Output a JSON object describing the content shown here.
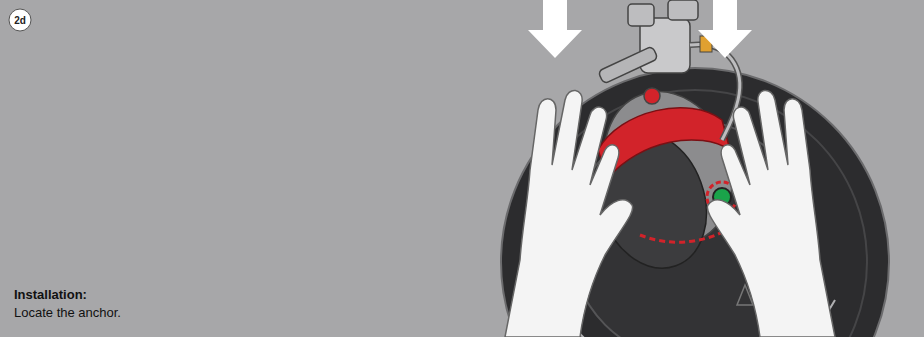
{
  "diagram": {
    "nodes": [
      {
        "text": [
          "2d"
        ]
      }
    ],
    "labels": [
      "Installation:",
      "Locate the anchor."
    ]
  }
}
